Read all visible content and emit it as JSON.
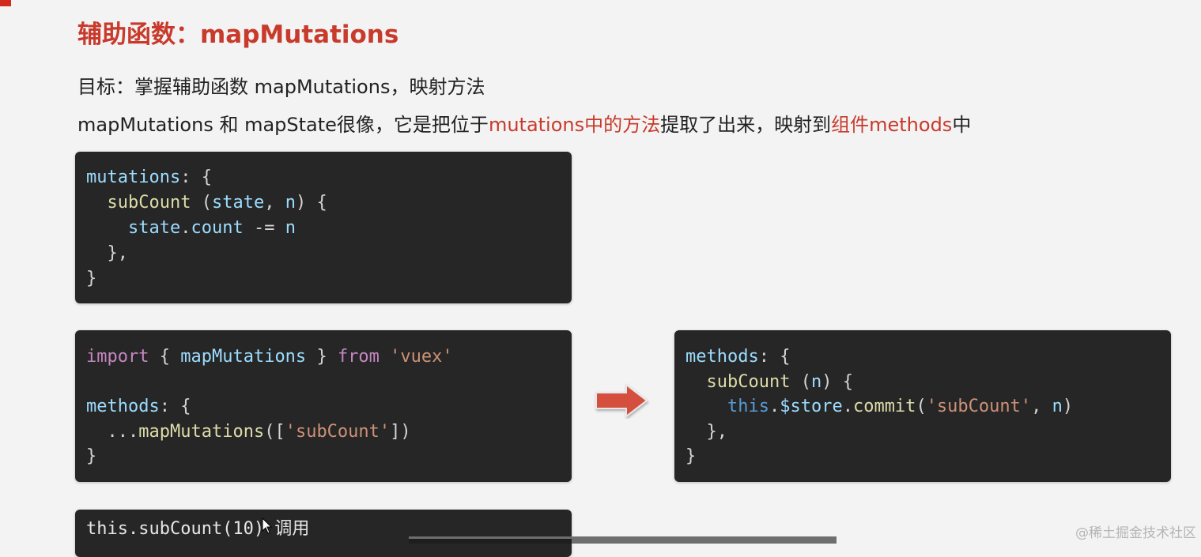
{
  "title": "辅助函数：mapMutations",
  "line1": "目标：掌握辅助函数 mapMutations，映射方法",
  "line2": {
    "part1": "mapMutations 和 mapState很像，它是把位于",
    "highlight1": "mutations中的方法",
    "part2": "提取了出来，映射到",
    "highlight2": "组件methods",
    "part3": "中"
  },
  "code_block_1": [
    "mutations: {",
    "  subCount (state, n) {",
    "    state.count -= n",
    "  },",
    "}"
  ],
  "code_block_2": [
    "import { mapMutations } from 'vuex'",
    "",
    "methods: {",
    "  ...mapMutations(['subCount'])",
    "}"
  ],
  "code_block_3": [
    "methods: {",
    "  subCount (n) {",
    "    this.$store.commit('subCount', n)",
    "  },",
    "}"
  ],
  "code_block_4": {
    "code": "this.subCount(10)",
    "suffix": " 调用"
  },
  "watermark": "@稀土掘金技术社区",
  "colors": {
    "accent": "#c83a2b",
    "code_bg": "#262626",
    "arrow": "#d4503c"
  }
}
